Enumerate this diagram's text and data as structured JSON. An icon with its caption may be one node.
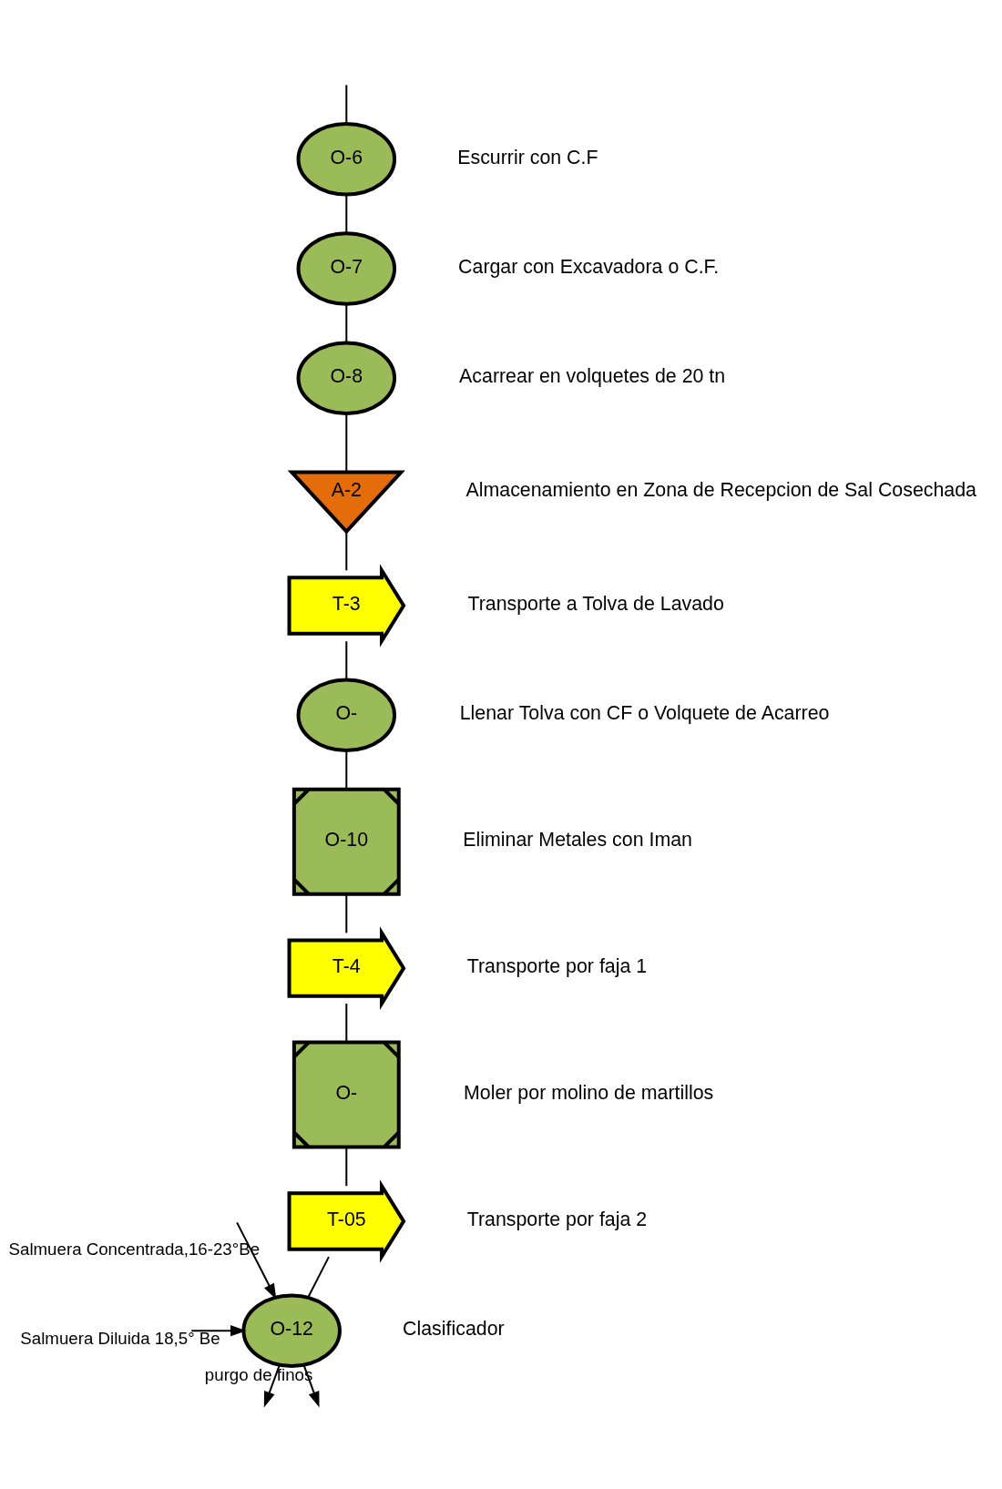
{
  "diagram": {
    "nodes": [
      {
        "text": [
          "O-6"
        ],
        "beside": [
          "Escurrir con C.F"
        ]
      },
      {
        "text": [
          "O-7"
        ],
        "beside": [
          "Cargar con Excavadora o C.F."
        ]
      },
      {
        "text": [
          "O-8"
        ],
        "beside": [
          "Acarrear en volquetes de 20 tn"
        ]
      },
      {
        "text": [
          "A-2"
        ],
        "beside": [
          "Almacenamiento en Zona de Recepcion de Sal Cosechada"
        ]
      },
      {
        "text": [
          "T-3"
        ],
        "beside": [
          "Transporte a Tolva de Lavado"
        ]
      },
      {
        "text": [
          "O-"
        ],
        "beside": [
          "Llenar Tolva con CF o Volquete de Acarreo"
        ]
      },
      {
        "text": [
          "O-10"
        ],
        "beside": [
          "Eliminar Metales con Iman"
        ]
      },
      {
        "text": [
          "T-4"
        ],
        "beside": [
          "Transporte por faja 1"
        ]
      },
      {
        "text": [
          "O-"
        ],
        "beside": [
          "Moler por molino de martillos"
        ]
      },
      {
        "text": [
          "T-05"
        ],
        "beside": [
          "Transporte por faja 2"
        ]
      },
      {
        "text": [
          "O-12"
        ],
        "beside": [
          "Clasificador"
        ]
      }
    ],
    "edges": [
      {
        "from": null,
        "to": 0,
        "arrow": "none"
      },
      {
        "from": 0,
        "to": 1,
        "arrow": "none"
      },
      {
        "from": 1,
        "to": 2,
        "arrow": "none"
      },
      {
        "from": 2,
        "to": 3,
        "arrow": "none"
      },
      {
        "from": 3,
        "to": 4,
        "arrow": "none"
      },
      {
        "from": 4,
        "to": 5,
        "arrow": "none"
      },
      {
        "from": 5,
        "to": 6,
        "arrow": "none"
      },
      {
        "from": 6,
        "to": 7,
        "arrow": "none"
      },
      {
        "from": 7,
        "to": 8,
        "arrow": "none"
      },
      {
        "from": 8,
        "to": 9,
        "arrow": "none"
      },
      {
        "from": 9,
        "to": 10,
        "arrow": "none"
      },
      {
        "from": null,
        "to": 10,
        "arrow": "to",
        "label": "Salmuera Concentrada,16-23°Be"
      },
      {
        "from": null,
        "to": 10,
        "arrow": "to",
        "label": "Salmuera Diluida 18,5° Be"
      },
      {
        "from": 10,
        "to": null,
        "arrow": "to"
      },
      {
        "from": 10,
        "to": null,
        "arrow": "to",
        "label": "purgo de finos"
      }
    ]
  }
}
